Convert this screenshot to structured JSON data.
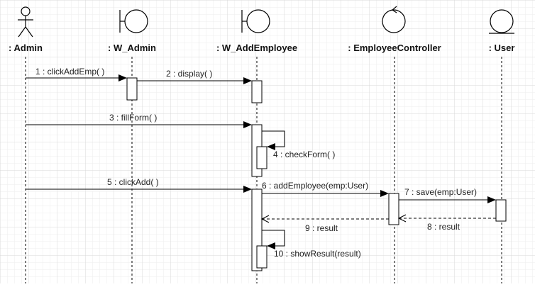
{
  "diagram": {
    "type": "UML sequence diagram",
    "colors": {
      "grid_minor": "#eeeeee",
      "grid_major": "#d9d9d9",
      "line": "#000000",
      "text": "#111111",
      "activation_fill": "#ffffff"
    },
    "lifelines": [
      {
        "id": "admin",
        "name": ": Admin",
        "symbol": "actor"
      },
      {
        "id": "w_admin",
        "name": ": W_Admin",
        "symbol": "boundary"
      },
      {
        "id": "w_add",
        "name": ": W_AddEmployee",
        "symbol": "boundary"
      },
      {
        "id": "ctrl",
        "name": ": EmployeeController",
        "symbol": "control"
      },
      {
        "id": "user",
        "name": ": User",
        "symbol": "entity"
      }
    ],
    "messages": [
      {
        "n": 1,
        "label": "1 : clickAddEmp( )",
        "from": "admin",
        "to": "w_admin",
        "kind": "sync"
      },
      {
        "n": 2,
        "label": "2 : display( )",
        "from": "w_admin",
        "to": "w_add",
        "kind": "sync"
      },
      {
        "n": 3,
        "label": "3 : fillForm( )",
        "from": "admin",
        "to": "w_add",
        "kind": "sync"
      },
      {
        "n": 4,
        "label": "4 : checkForm( )",
        "from": "w_add",
        "to": "w_add",
        "kind": "self"
      },
      {
        "n": 5,
        "label": "5 : clickAdd( )",
        "from": "admin",
        "to": "w_add",
        "kind": "sync"
      },
      {
        "n": 6,
        "label": "6 : addEmployee(emp:User)",
        "from": "w_add",
        "to": "ctrl",
        "kind": "sync"
      },
      {
        "n": 7,
        "label": "7 : save(emp:User)",
        "from": "ctrl",
        "to": "user",
        "kind": "sync"
      },
      {
        "n": 8,
        "label": "8 : result",
        "from": "user",
        "to": "ctrl",
        "kind": "return"
      },
      {
        "n": 9,
        "label": "9 : result",
        "from": "ctrl",
        "to": "w_add",
        "kind": "return"
      },
      {
        "n": 10,
        "label": "10 : showResult(result)",
        "from": "w_add",
        "to": "w_add",
        "kind": "self"
      }
    ]
  }
}
